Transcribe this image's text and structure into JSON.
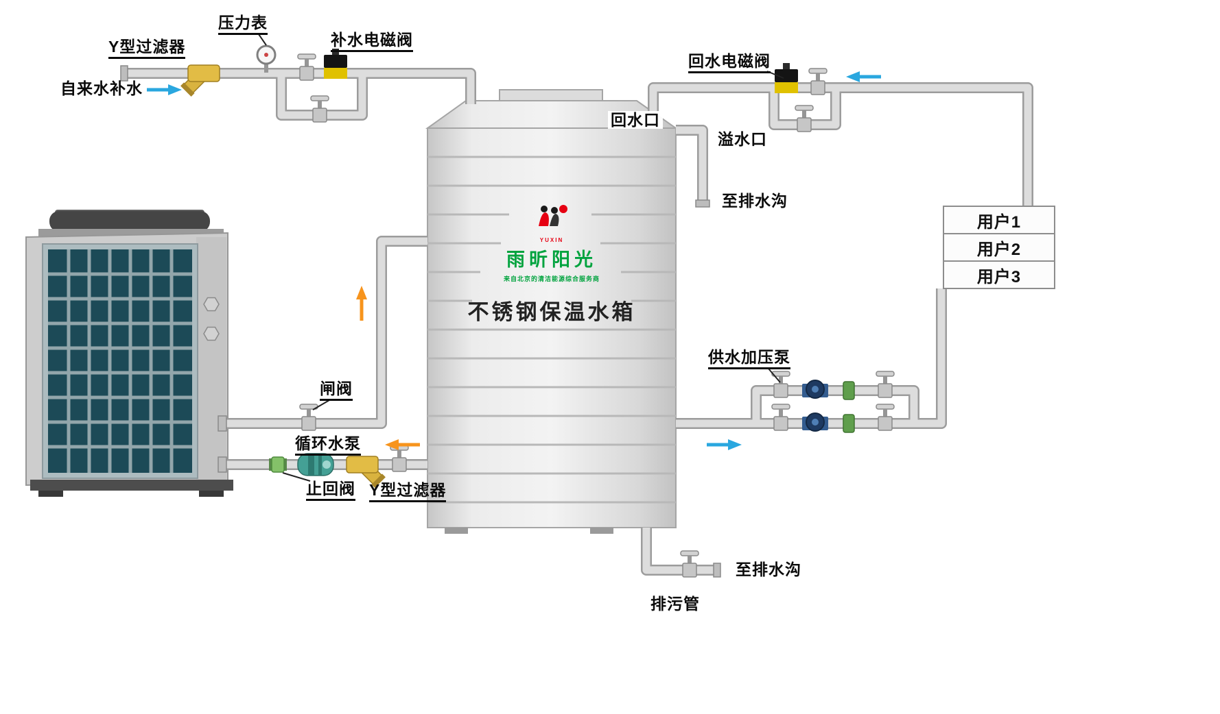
{
  "diagram": {
    "tank_title": "不锈钢保温水箱",
    "brand": {
      "name": "雨昕阳光",
      "tagline": "来自北京的清洁能源综合服务商",
      "logo_text": "YUXIN"
    },
    "labels": {
      "y_filter_top": "Y型过滤器",
      "pressure_gauge": "压力表",
      "makeup_solenoid": "补水电磁阀",
      "tap_water": "自来水补水",
      "return_solenoid": "回水电磁阀",
      "return_port": "回水口",
      "overflow_port": "溢水口",
      "to_drain_right": "至排水沟",
      "users": [
        "用户1",
        "用户2",
        "用户3"
      ],
      "booster_pump": "供水加压泵",
      "gate_valve": "闸阀",
      "circulation_pump": "循环水泵",
      "check_valve": "止回阀",
      "y_filter_bottom": "Y型过滤器",
      "to_drain_bottom": "至排水沟",
      "drain_pipe": "排污管"
    },
    "colors": {
      "pipe_fill": "#dddddd",
      "pipe_edge": "#9c9c9c",
      "filter_yellow": "#e2bc45",
      "solenoid_black": "#141414",
      "solenoid_yellow": "#e0c100",
      "check_valve_green": "#84c169",
      "circulation_pump_teal": "#44a095",
      "booster_pump_navy": "#1e3a61",
      "arrow_blue": "#2aa7df",
      "arrow_orange": "#f7941d",
      "tank_gray": "#ededed",
      "heat_pump_panel_teal": "#1c4a57",
      "brand_green": "#00a33e",
      "brand_red": "#e60012"
    }
  }
}
